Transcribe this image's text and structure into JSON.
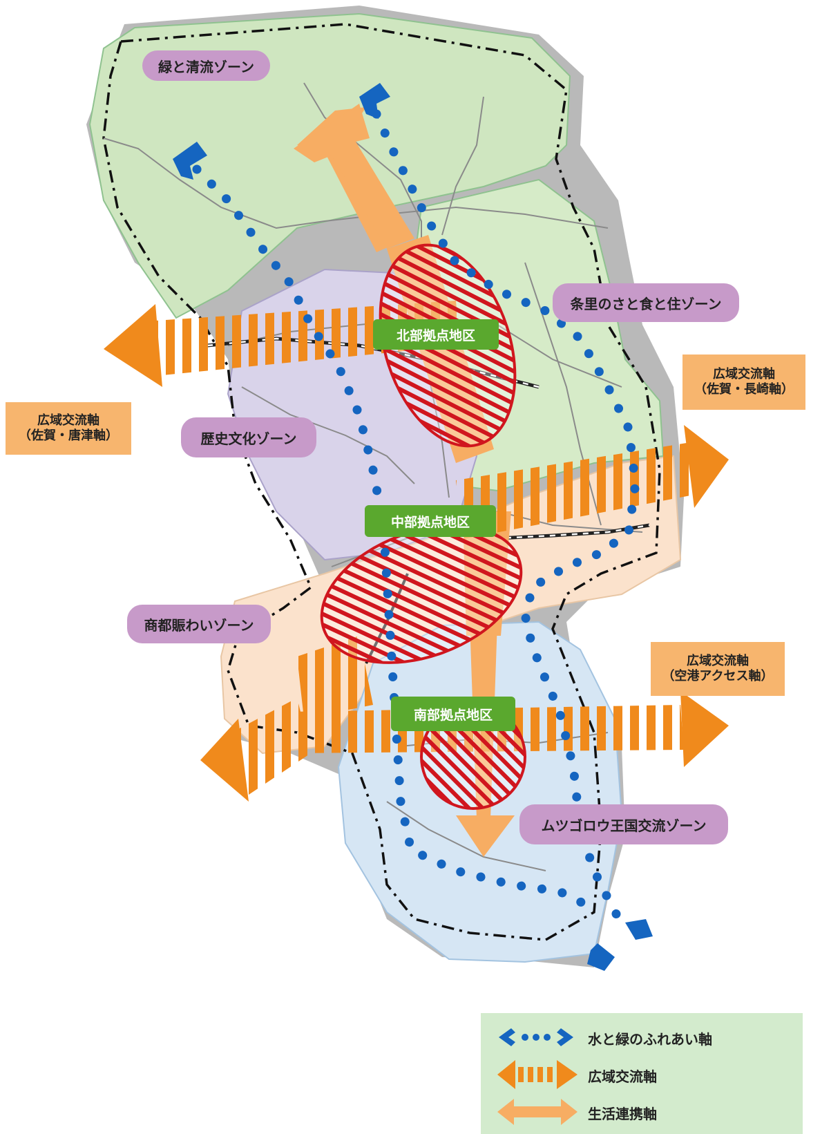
{
  "zones": [
    {
      "id": "midori",
      "label": "緑と清流ゾーン"
    },
    {
      "id": "jori",
      "label": "条里のさと食と住ゾーン"
    },
    {
      "id": "rekishi",
      "label": "歴史文化ゾーン"
    },
    {
      "id": "shoto",
      "label": "商都賑わいゾーン"
    },
    {
      "id": "mutsugoro",
      "label": "ムツゴロウ王国交流ゾーン"
    }
  ],
  "hubs": [
    {
      "id": "hokubu",
      "label": "北部拠点地区"
    },
    {
      "id": "chubu",
      "label": "中部拠点地区"
    },
    {
      "id": "nanbu",
      "label": "南部拠点地区"
    }
  ],
  "axis_labels": [
    {
      "id": "karatsu",
      "line1": "広域交流軸",
      "line2": "（佐賀・唐津軸）"
    },
    {
      "id": "nagasaki",
      "line1": "広域交流軸",
      "line2": "（佐賀・長崎軸）"
    },
    {
      "id": "airport",
      "line1": "広域交流軸",
      "line2": "（空港アクセス軸）"
    }
  ],
  "legend": [
    {
      "id": "water-green",
      "label": "水と緑のふれあい軸",
      "color": "#1565c0"
    },
    {
      "id": "wide-area",
      "label": "広域交流軸",
      "color": "#f08a1c"
    },
    {
      "id": "life",
      "label": "生活連携軸",
      "color": "#f7ad63"
    }
  ],
  "colors": {
    "green_zone": "#cfe6c0",
    "purple_zone": "#d9d3ea",
    "peach_zone": "#fbe2cc",
    "blue_zone": "#d6e6f4",
    "hub_hatch": "#d0161e",
    "water_axis": "#1565c0",
    "wide_axis": "#f08a1c",
    "life_axis": "#f7ad63",
    "zone_label_bg": "#c79ac9",
    "hub_label_bg": "#5aa82e",
    "axis_label_bg": "#f7b56e"
  }
}
